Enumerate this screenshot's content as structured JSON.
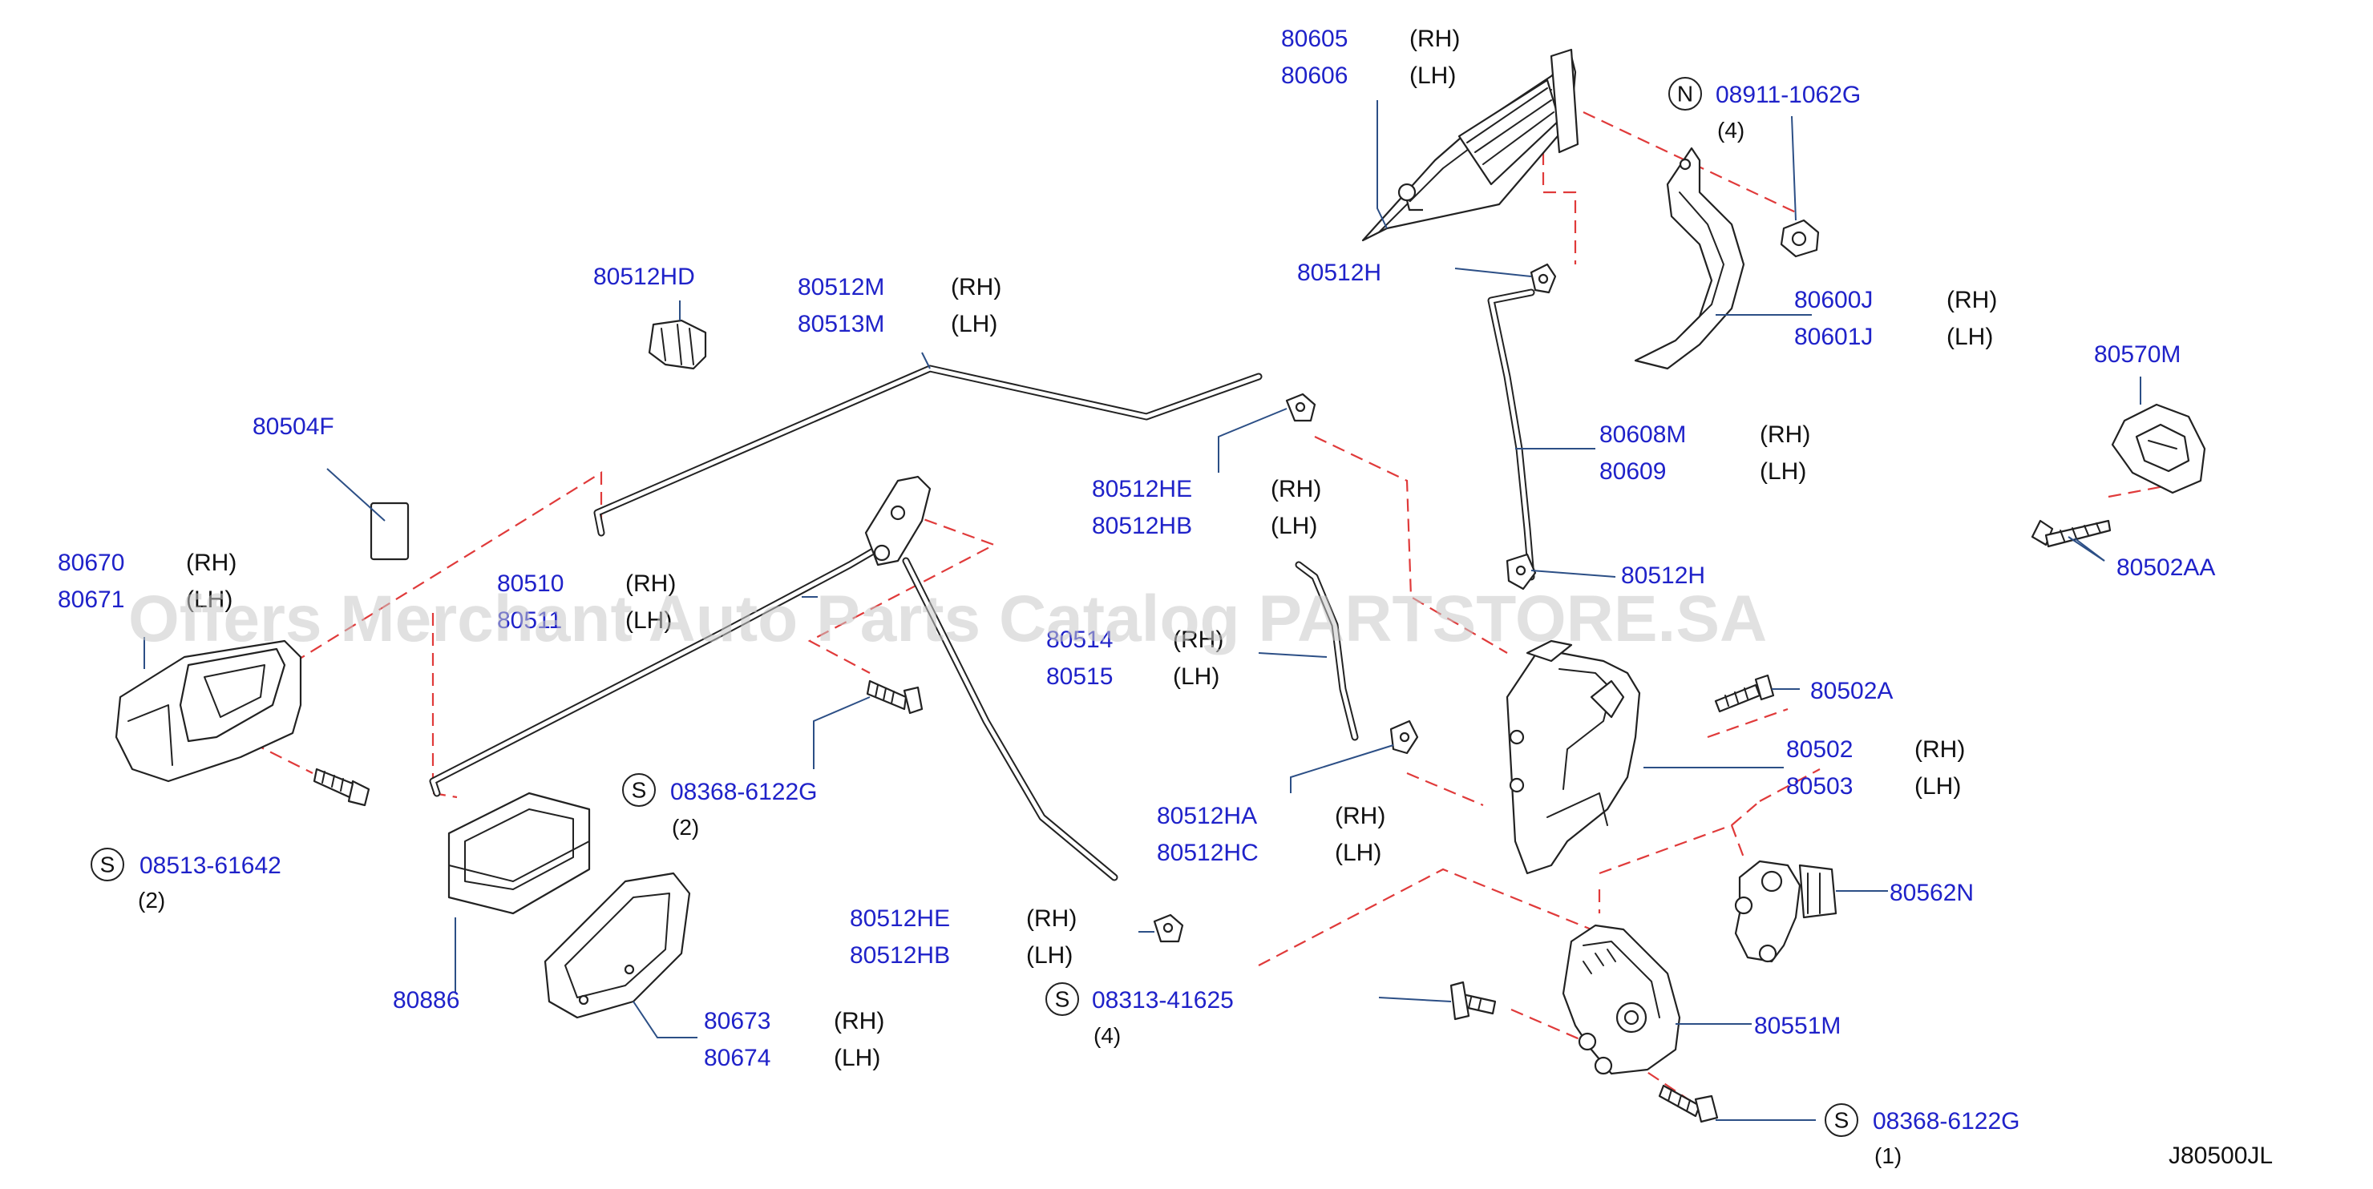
{
  "watermark": "Offers Merchant Auto Parts Catalog PARTSTORE.SA",
  "diagram_code": "J80500JL",
  "callouts": {
    "c80605": {
      "pn": "80605",
      "side": "(RH)"
    },
    "c80606": {
      "pn": "80606",
      "side": "(LH)"
    },
    "n08911": {
      "symbol": "N",
      "pn": "08911-1062G",
      "qty": "(4)"
    },
    "c80512H_top": {
      "pn": "80512H"
    },
    "c80512HD": {
      "pn": "80512HD"
    },
    "c80512M": {
      "pn": "80512M",
      "side": "(RH)"
    },
    "c80513M": {
      "pn": "80513M",
      "side": "(LH)"
    },
    "c80600J": {
      "pn": "80600J",
      "side": "(RH)"
    },
    "c80601J": {
      "pn": "80601J",
      "side": "(LH)"
    },
    "c80570M": {
      "pn": "80570M"
    },
    "c80504F": {
      "pn": "80504F"
    },
    "c80608M": {
      "pn": "80608M",
      "side": "(RH)"
    },
    "c80609": {
      "pn": "80609",
      "side": "(LH)"
    },
    "c80512HE_a": {
      "pn": "80512HE",
      "side": "(RH)"
    },
    "c80512HB_a": {
      "pn": "80512HB",
      "side": "(LH)"
    },
    "c80670": {
      "pn": "80670",
      "side": "(RH)"
    },
    "c80671": {
      "pn": "80671",
      "side": "(LH)"
    },
    "c80510": {
      "pn": "80510",
      "side": "(RH)"
    },
    "c80511": {
      "pn": "80511",
      "side": "(LH)"
    },
    "c80512H_mid": {
      "pn": "80512H"
    },
    "c80502AA": {
      "pn": "80502AA"
    },
    "c80514": {
      "pn": "80514",
      "side": "(RH)"
    },
    "c80515": {
      "pn": "80515",
      "side": "(LH)"
    },
    "c80502A": {
      "pn": "80502A"
    },
    "c80502": {
      "pn": "80502",
      "side": "(RH)"
    },
    "c80503": {
      "pn": "80503",
      "side": "(LH)"
    },
    "s08368_a": {
      "symbol": "S",
      "pn": "08368-6122G",
      "qty": "(2)"
    },
    "c80512HA": {
      "pn": "80512HA",
      "side": "(RH)"
    },
    "c80512HC": {
      "pn": "80512HC",
      "side": "(LH)"
    },
    "s08513": {
      "symbol": "S",
      "pn": "08513-61642",
      "qty": "(2)"
    },
    "c80562N": {
      "pn": "80562N"
    },
    "c80512HE_b": {
      "pn": "80512HE",
      "side": "(RH)"
    },
    "c80512HB_b": {
      "pn": "80512HB",
      "side": "(LH)"
    },
    "s08313": {
      "symbol": "S",
      "pn": "08313-41625",
      "qty": "(4)"
    },
    "c80886": {
      "pn": "80886"
    },
    "c80673": {
      "pn": "80673",
      "side": "(RH)"
    },
    "c80674": {
      "pn": "80674",
      "side": "(LH)"
    },
    "c80551M": {
      "pn": "80551M"
    },
    "s08368_b": {
      "symbol": "S",
      "pn": "08368-6122G",
      "qty": "(1)"
    }
  }
}
